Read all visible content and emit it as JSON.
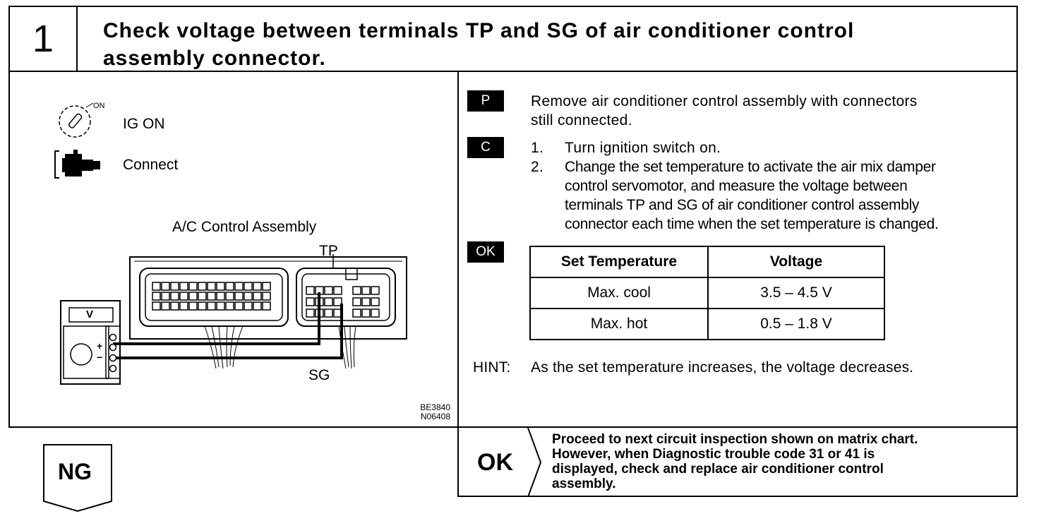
{
  "header": {
    "step_number": "1",
    "title_line1": "Check voltage between terminals TP and SG of air conditioner control",
    "title_line2": "assembly connector."
  },
  "left_panel": {
    "ignition_on_small_label": "ON",
    "ignition_label": "IG ON",
    "connect_label": "Connect",
    "assembly_label": "A/C Control Assembly",
    "tp_label": "TP",
    "sg_label": "SG",
    "meter_label": "V",
    "meter_plus": "+",
    "meter_minus": "−",
    "figure_code_1": "BE3840",
    "figure_code_2": "N06408"
  },
  "right_panel": {
    "p_tag": "P",
    "p_text_line1": "Remove air conditioner control assembly with connectors",
    "p_text_line2": "still connected.",
    "c_tag": "C",
    "c_steps": [
      {
        "num": "1.",
        "lines": [
          "Turn ignition switch on."
        ]
      },
      {
        "num": "2.",
        "lines": [
          "Change the set temperature to activate the air mix damper",
          "control servomotor, and measure the voltage between",
          "terminals TP and SG of air conditioner control assembly",
          "connector each time when the set temperature is changed."
        ]
      }
    ],
    "ok_tag": "OK",
    "table": {
      "headers": [
        "Set Temperature",
        "Voltage"
      ],
      "rows": [
        [
          "Max. cool",
          "3.5 – 4.5 V"
        ],
        [
          "Max. hot",
          "0.5 – 1.8 V"
        ]
      ]
    },
    "hint_label": "HINT:",
    "hint_text": "As the set temperature increases, the voltage decreases."
  },
  "result_ok": {
    "label": "OK",
    "line1": "Proceed to next circuit inspection shown on matrix chart.",
    "line2": "However, when Diagnostic trouble code 31 or 41 is",
    "line3": "displayed, check and replace air conditioner control",
    "line4": "assembly."
  },
  "result_ng": {
    "label": "NG"
  }
}
